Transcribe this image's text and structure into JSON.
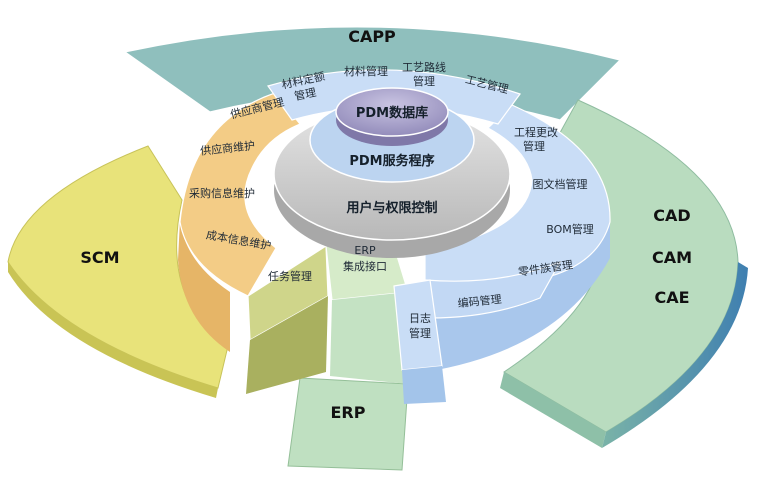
{
  "colors": {
    "capp": "#8fbfbd",
    "cad": "#b9dcbf",
    "scm": "#e8e37a",
    "erp": "#bfe0c1",
    "supplier": "#f3cc86",
    "task": "#cfd58a",
    "erp_inner": "#d6ebc9",
    "blue_ring": "#c9ddf6",
    "gray_ring": "#cdcdcd",
    "service": "#bcd4f0",
    "db": "#a8a2c8"
  },
  "outer": {
    "capp": "CAPP",
    "scm": "SCM",
    "erp": "ERP",
    "cad": "CAD",
    "cam": "CAM",
    "cae": "CAE"
  },
  "capp_modules": {
    "material_quota_l1": "材料定额",
    "material_quota_l2": "管理",
    "material": "材料管理",
    "equipment_l1": "工艺路线",
    "equipment_l2": "管理",
    "process": "工艺管理"
  },
  "supplier_modules": {
    "supplier_mgmt": "供应商管理",
    "supplier_maint": "供应商维护",
    "purchase_info": "采购信息维护",
    "cost_info": "成本信息维护"
  },
  "middle": {
    "task": "任务管理",
    "erp_l1": "ERP",
    "erp_l2": "集成接口"
  },
  "cad_modules": {
    "change_l1": "工程更改",
    "change_l2": "管理",
    "doc": "图文档管理",
    "bom": "BOM管理",
    "parts": "零件族管理",
    "coding": "编码管理",
    "log_l1": "日志",
    "log_l2": "管理"
  },
  "core": {
    "access": "用户与权限控制",
    "service": "PDM服务程序",
    "database": "PDM数据库"
  }
}
